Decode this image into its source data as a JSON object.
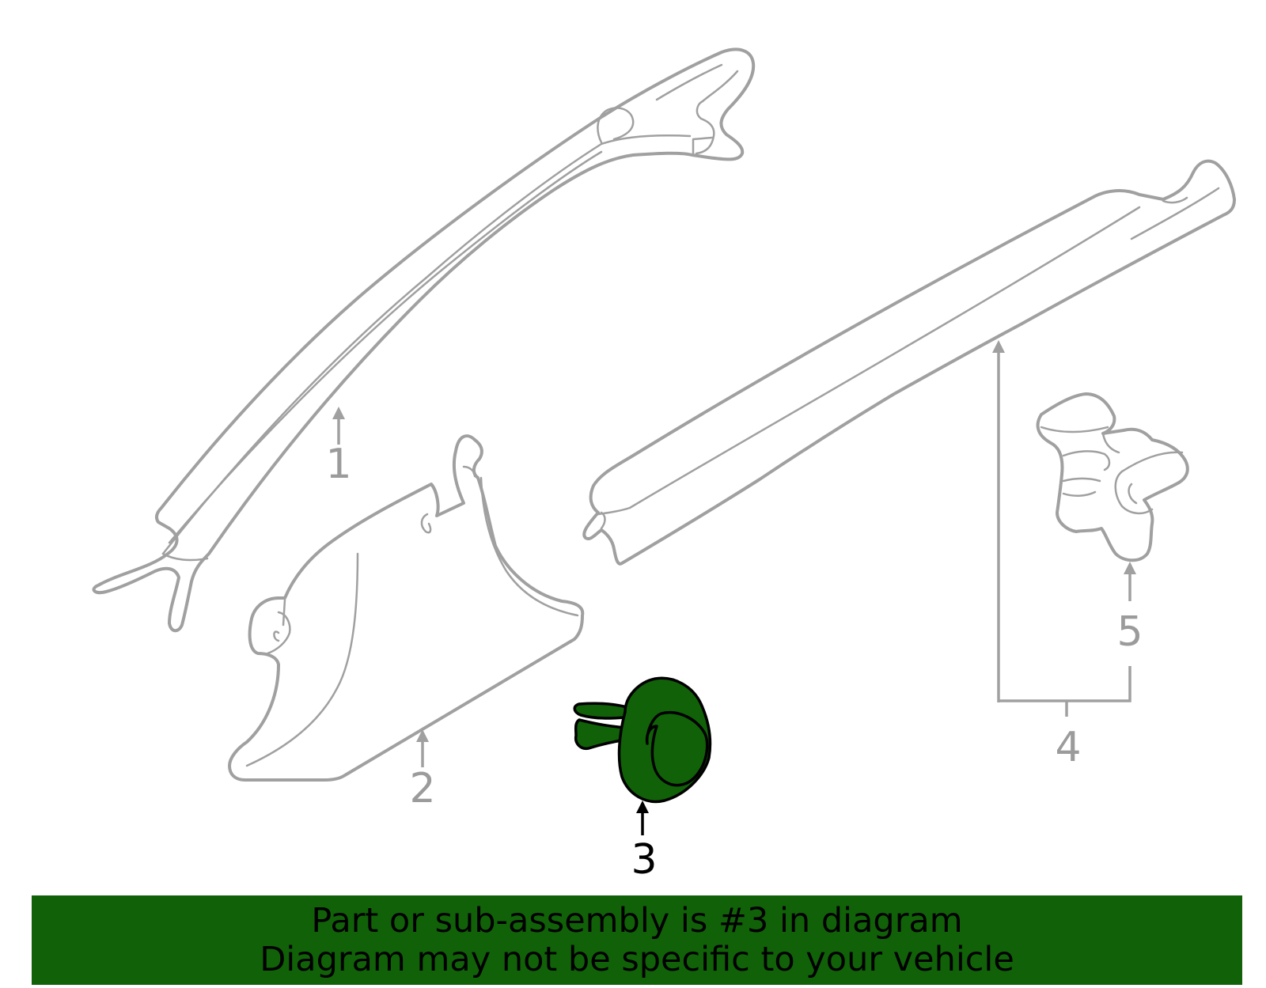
{
  "callouts": {
    "c1": "1",
    "c2": "2",
    "c3": "3",
    "c4": "4",
    "c5": "5"
  },
  "highlight": {
    "part": "3",
    "color": "#116109"
  },
  "banner": {
    "line1": "Part or sub-assembly is #3 in diagram",
    "line2": "Diagram may not be specific to your vehicle",
    "background": "#116109"
  }
}
